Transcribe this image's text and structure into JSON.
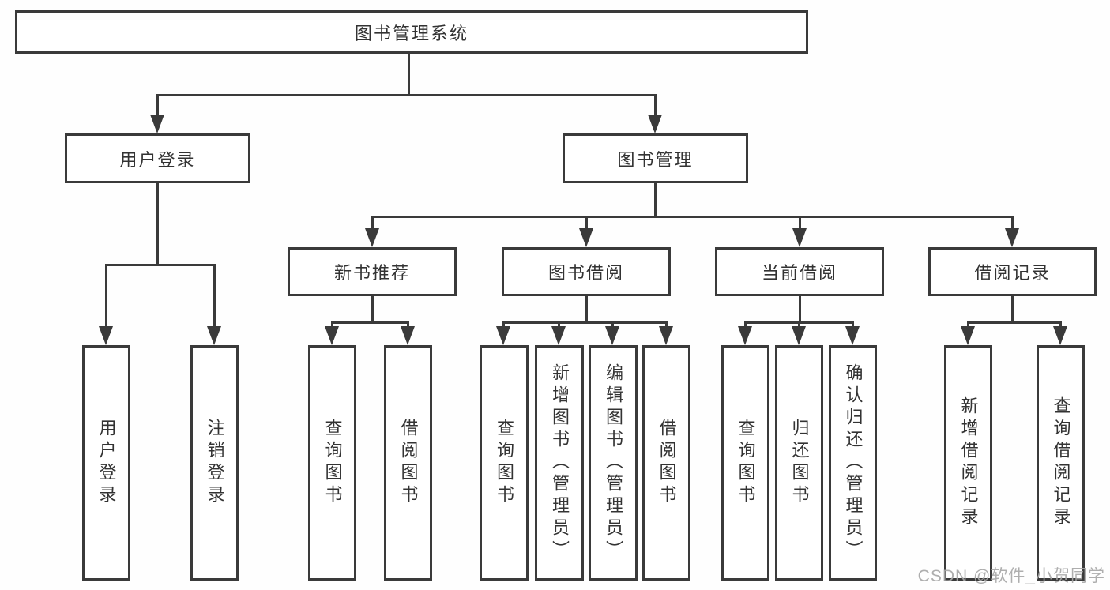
{
  "diagram": {
    "type": "hierarchy-tree",
    "root": {
      "label": "图书管理系统"
    },
    "level2": [
      {
        "label": "用户登录",
        "parent": "图书管理系统"
      },
      {
        "label": "图书管理",
        "parent": "图书管理系统"
      }
    ],
    "level3": [
      {
        "label": "新书推荐",
        "parent": "图书管理"
      },
      {
        "label": "图书借阅",
        "parent": "图书管理"
      },
      {
        "label": "当前借阅",
        "parent": "图书管理"
      },
      {
        "label": "借阅记录",
        "parent": "图书管理"
      }
    ],
    "leaves": [
      {
        "label": "用户登录",
        "parent": "用户登录"
      },
      {
        "label": "注销登录",
        "parent": "用户登录"
      },
      {
        "label": "查询图书",
        "parent": "新书推荐"
      },
      {
        "label": "借阅图书",
        "parent": "新书推荐"
      },
      {
        "label": "查询图书",
        "parent": "图书借阅"
      },
      {
        "label": "新增图书（管理员）",
        "parent": "图书借阅"
      },
      {
        "label": "编辑图书（管理员）",
        "parent": "图书借阅"
      },
      {
        "label": "借阅图书",
        "parent": "图书借阅"
      },
      {
        "label": "查询图书",
        "parent": "当前借阅"
      },
      {
        "label": "归还图书",
        "parent": "当前借阅"
      },
      {
        "label": "确认归还（管理员）",
        "parent": "当前借阅"
      },
      {
        "label": "新增借阅记录",
        "parent": "借阅记录"
      },
      {
        "label": "查询借阅记录",
        "parent": "借阅记录"
      }
    ],
    "colors": {
      "line": "#3a3a3a",
      "text": "#333333",
      "box_background": "#ffffff",
      "watermark": "#a7a7a7"
    }
  },
  "watermark": {
    "text": "CSDN @软件_小贺同学"
  }
}
